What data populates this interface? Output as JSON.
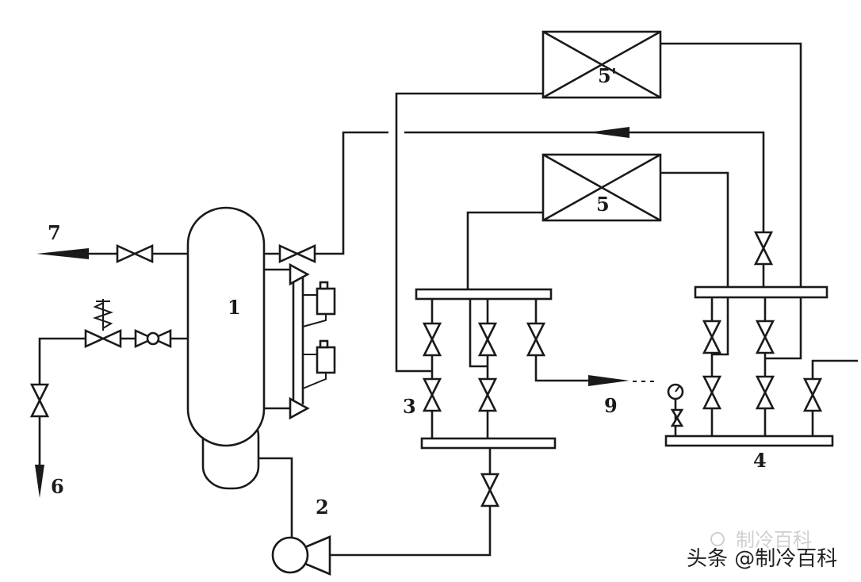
{
  "labels": {
    "vessel": "1",
    "pump": "2",
    "header_left": "3",
    "header_right": "4",
    "evaporator_lower": "5",
    "evaporator_upper": "5'",
    "line_6": "6",
    "line_7": "7",
    "line_9": "9"
  },
  "watermark": {
    "text": "头条 @制冷百科",
    "faint_text": "制冷百科",
    "logo_icon": "swirl-logo-icon"
  },
  "colors": {
    "ink": "#1a1a1a",
    "paper": "#ffffff"
  }
}
